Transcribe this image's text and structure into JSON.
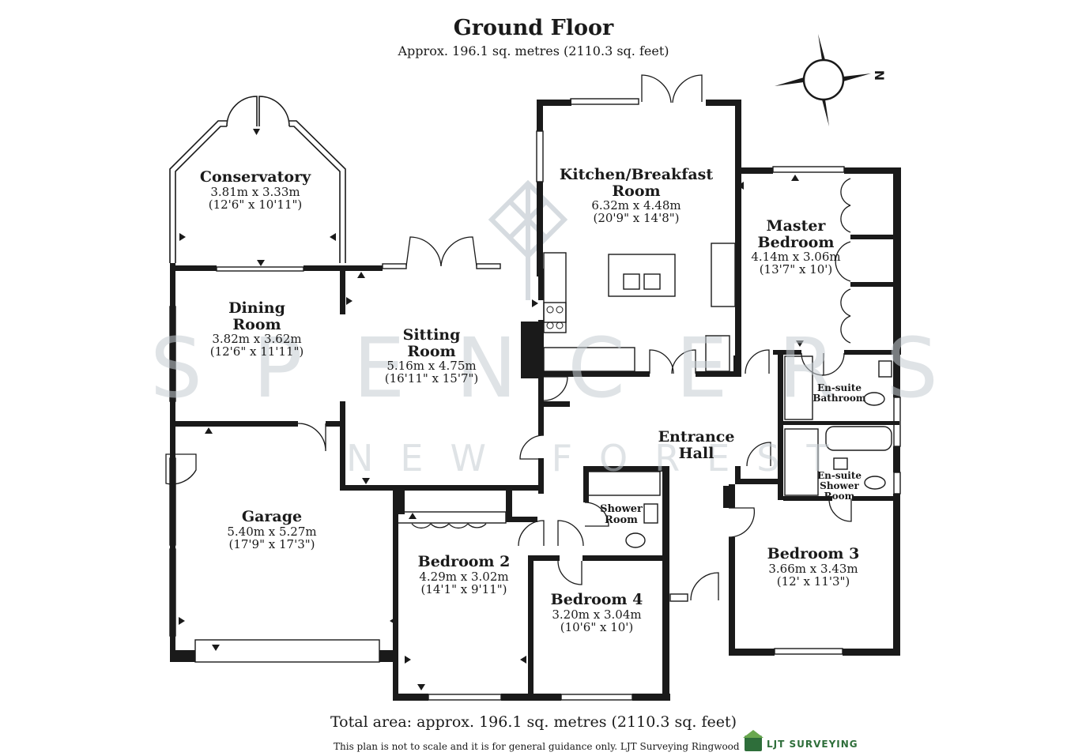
{
  "header": {
    "title": "Ground Floor",
    "subtitle": "Approx. 196.1 sq. metres (2110.3 sq. feet)"
  },
  "compass": {
    "north_label": "N"
  },
  "watermark": {
    "brand": "SPENCERS",
    "tagline": "NEW FOREST"
  },
  "rooms": {
    "conservatory": {
      "name": "Conservatory",
      "metric": "3.81m x 3.33m",
      "imperial": "(12'6\" x 10'11\")"
    },
    "dining": {
      "name1": "Dining",
      "name2": "Room",
      "metric": "3.82m x 3.62m",
      "imperial": "(12'6\" x 11'11\")"
    },
    "sitting": {
      "name1": "Sitting",
      "name2": "Room",
      "metric": "5.16m x 4.75m",
      "imperial": "(16'11\" x 15'7\")"
    },
    "kitchen": {
      "name1": "Kitchen/Breakfast",
      "name2": "Room",
      "metric": "6.32m x 4.48m",
      "imperial": "(20'9\" x 14'8\")"
    },
    "master": {
      "name1": "Master",
      "name2": "Bedroom",
      "metric": "4.14m x 3.06m",
      "imperial": "(13'7\" x 10')"
    },
    "ensuite_bath": {
      "name1": "En-suite",
      "name2": "Bathroom"
    },
    "ensuite_shower": {
      "name1": "En-suite",
      "name2": "Shower",
      "name3": "Room"
    },
    "entrance": {
      "name1": "Entrance",
      "name2": "Hall"
    },
    "garage": {
      "name": "Garage",
      "metric": "5.40m x 5.27m",
      "imperial": "(17'9\" x 17'3\")"
    },
    "shower": {
      "name1": "Shower",
      "name2": "Room"
    },
    "bedroom2": {
      "name": "Bedroom 2",
      "metric": "4.29m x 3.02m",
      "imperial": "(14'1\" x 9'11\")"
    },
    "bedroom3": {
      "name": "Bedroom 3",
      "metric": "3.66m x 3.43m",
      "imperial": "(12' x 11'3\")"
    },
    "bedroom4": {
      "name": "Bedroom 4",
      "metric": "3.20m x 3.04m",
      "imperial": "(10'6\" x 10')"
    }
  },
  "footer": {
    "total": "Total area: approx. 196.1 sq. metres (2110.3 sq. feet)",
    "disclaimer": "This plan is not to scale and it is for general guidance only. LJT Surveying Ringwood",
    "logo": "LJT SURVEYING"
  },
  "colors": {
    "wall": "#1a1a1a",
    "watermark": "#c5cdd3",
    "logo_green": "#2e6e3a"
  }
}
